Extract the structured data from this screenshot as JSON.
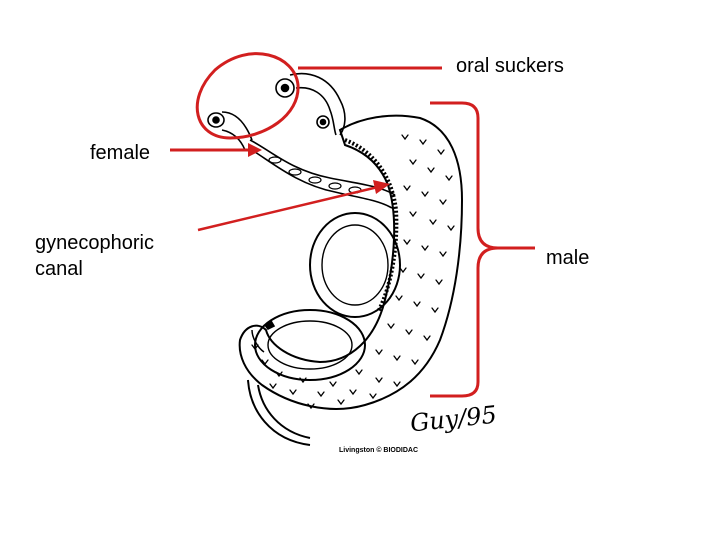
{
  "labels": {
    "oral_suckers": "oral suckers",
    "female": "female",
    "gynecophoric_canal": "gynecophoric\ncanal",
    "male": "male"
  },
  "credit": "Livingston © BIODIDAC",
  "signature": "Guy/95",
  "colors": {
    "annotation": "#d21f1f",
    "ink": "#000000",
    "background": "#ffffff"
  }
}
